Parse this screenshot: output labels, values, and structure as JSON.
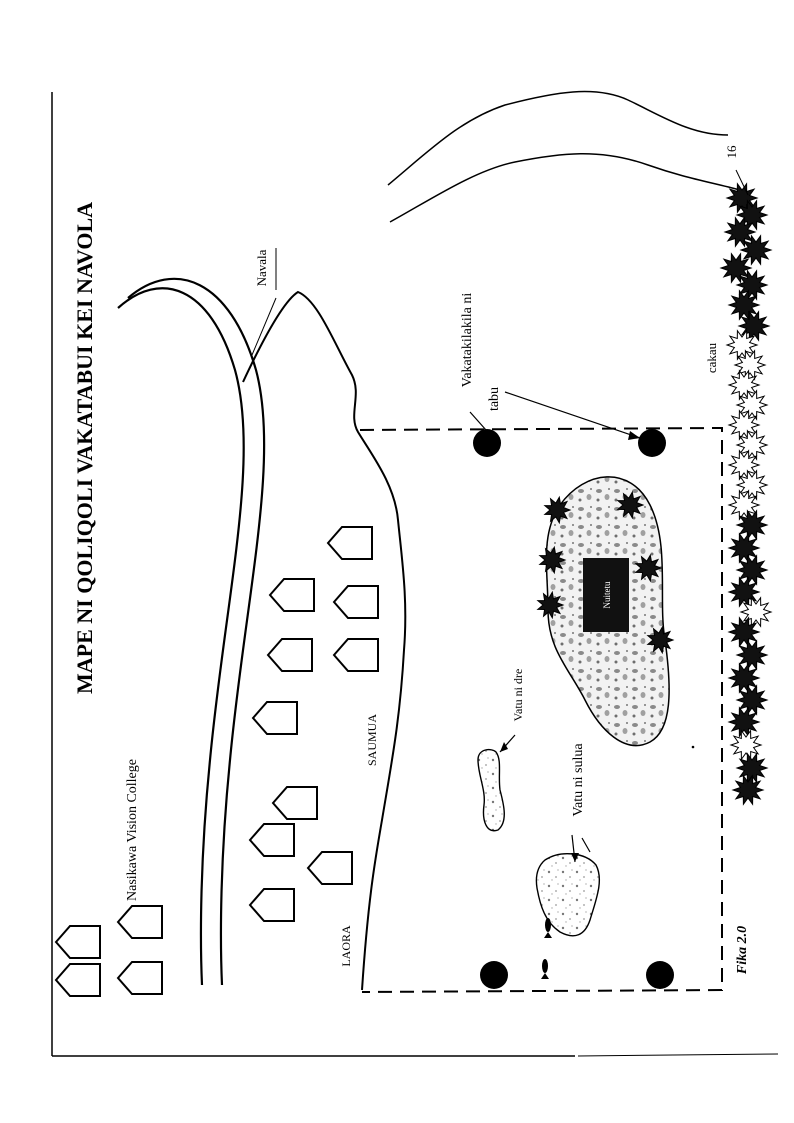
{
  "title": "MAPE NI QOLIQOLI VAKATABUI KEI NAVOLA",
  "figure_label": "Fika 2.0",
  "labels": {
    "college": "Nasikawa Vision College",
    "road": "Navala",
    "village_north": "SAUMUA",
    "village_south": "LAORA",
    "marker_line1": "Vakatakilakila  ni",
    "marker_line2": "tabu",
    "rock_1": "Vatu ni dre",
    "rock_2": "Vatu ni sulua",
    "reef": "cakau",
    "page_number": "16"
  },
  "island_sign": "Nuitetu",
  "colors": {
    "ink": "#000000",
    "paper": "#ffffff",
    "sign": "#111111"
  }
}
